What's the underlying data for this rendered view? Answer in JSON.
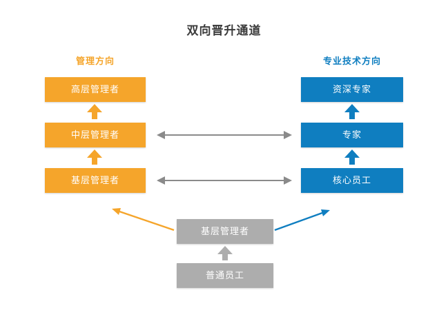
{
  "title": "双向晋升通道",
  "colors": {
    "orange": "#F5A52B",
    "blue": "#0F7EC0",
    "gray-box": "#ADADAD",
    "gray-arrow": "#8A8A8A",
    "title-text": "#3B3B3B",
    "box-text": "#FFFFFF"
  },
  "management_track": {
    "header": "管理方向",
    "levels": [
      "高层管理者",
      "中层管理者",
      "基层管理者"
    ]
  },
  "technical_track": {
    "header": "专业技术方向",
    "levels": [
      "资深专家",
      "专家",
      "核心员工"
    ]
  },
  "feeder_track": {
    "levels": [
      "基层管理者",
      "普通员工"
    ]
  }
}
